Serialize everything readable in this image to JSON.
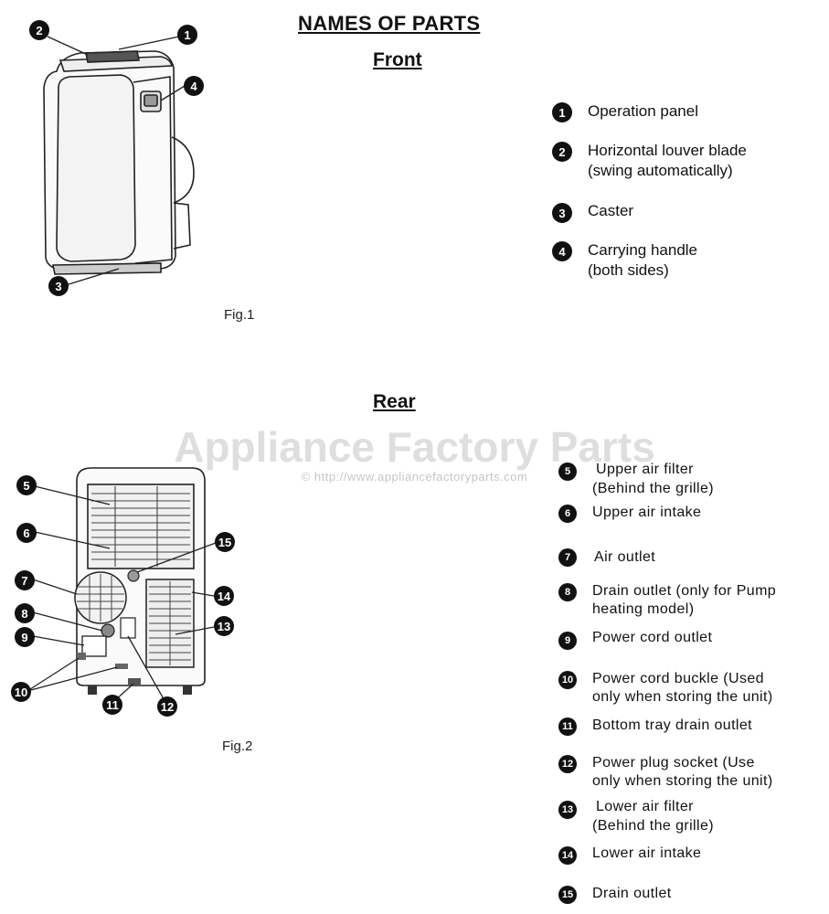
{
  "page": {
    "title": "NAMES OF PARTS",
    "front_heading": "Front",
    "rear_heading": "Rear",
    "fig1_caption": "Fig.1",
    "fig2_caption": "Fig.2",
    "watermark": "Appliance Factory Parts",
    "watermark_url": "© http://www.appliancefactoryparts.com"
  },
  "front_parts": [
    {
      "num": "1",
      "line1": "Operation panel",
      "line2": ""
    },
    {
      "num": "2",
      "line1": "Horizontal louver blade",
      "line2": "(swing automatically)"
    },
    {
      "num": "3",
      "line1": "Caster",
      "line2": ""
    },
    {
      "num": "4",
      "line1": "Carrying handle",
      "line2": "(both sides)"
    }
  ],
  "rear_parts": [
    {
      "num": "5",
      "line1": "Upper air filter",
      "line2": "(Behind the grille)"
    },
    {
      "num": "6",
      "line1": "Upper air intake",
      "line2": ""
    },
    {
      "num": "7",
      "line1": "Air outlet",
      "line2": ""
    },
    {
      "num": "8",
      "line1": "Drain outlet (only for Pump",
      "line2": "heating model)"
    },
    {
      "num": "9",
      "line1": "Power cord outlet",
      "line2": ""
    },
    {
      "num": "10",
      "line1": "Power cord buckle (Used",
      "line2": "only when storing the unit)"
    },
    {
      "num": "11",
      "line1": "Bottom tray drain outlet",
      "line2": ""
    },
    {
      "num": "12",
      "line1": "Power plug socket (Use",
      "line2": "only when storing the unit)"
    },
    {
      "num": "13",
      "line1": "Lower air filter",
      "line2": "(Behind the grille)"
    },
    {
      "num": "14",
      "line1": "Lower air intake",
      "line2": ""
    },
    {
      "num": "15",
      "line1": "Drain outlet",
      "line2": ""
    }
  ],
  "diagram_callouts": {
    "front": [
      "1",
      "2",
      "3",
      "4"
    ],
    "rear": [
      "5",
      "6",
      "7",
      "8",
      "9",
      "10",
      "11",
      "12",
      "13",
      "14",
      "15"
    ]
  }
}
